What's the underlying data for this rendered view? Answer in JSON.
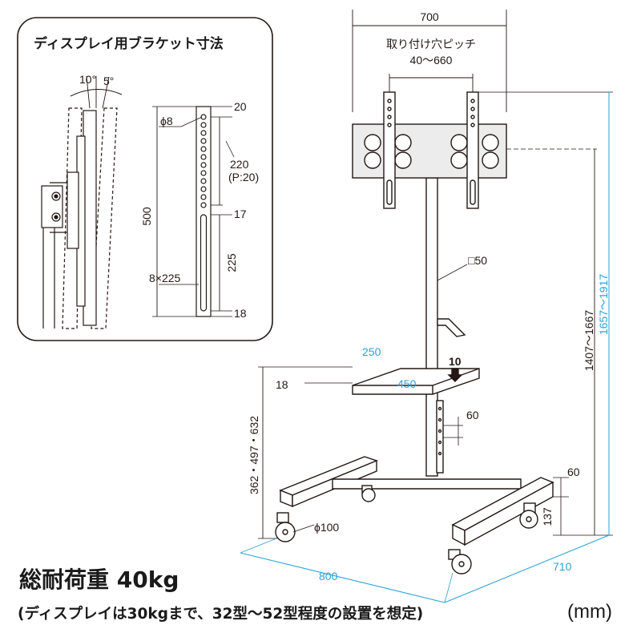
{
  "inset": {
    "title": "ディスプレイ用ブラケット寸法",
    "tilt_up": "10°",
    "tilt_down": "5°",
    "hole_diameter": "ϕ8",
    "top_offset": "20",
    "hole_span": "220",
    "hole_pitch": "(P:20)",
    "slot_gap": "17",
    "total_length": "500",
    "slot_length": "225",
    "slot_size": "8×225",
    "bottom_offset": "18"
  },
  "stand": {
    "top_width": "700",
    "pitch_label": "取り付け穴ピッチ",
    "pitch_range": "40～660",
    "pole_size": "□50",
    "shelf_depth": "250",
    "shelf_width": "450",
    "shelf_thickness": "18",
    "shelf_load": "10",
    "shelf_height": "362・497・632",
    "shelf_step": "60",
    "height_display": "1407～1667",
    "height_total": "1657～1917",
    "caster_diameter": "ϕ100",
    "base_height": "60",
    "base_bottom": "137",
    "base_width": "800",
    "base_depth": "710"
  },
  "footer": {
    "load": "総耐荷重 40kg",
    "note": "(ディスプレイは30kgまで、32型～52型程度の設置を想定)",
    "unit": "(mm)"
  },
  "colors": {
    "line": "#231815",
    "accent": "#2aa3d6",
    "metal": "#e8e8e8"
  }
}
